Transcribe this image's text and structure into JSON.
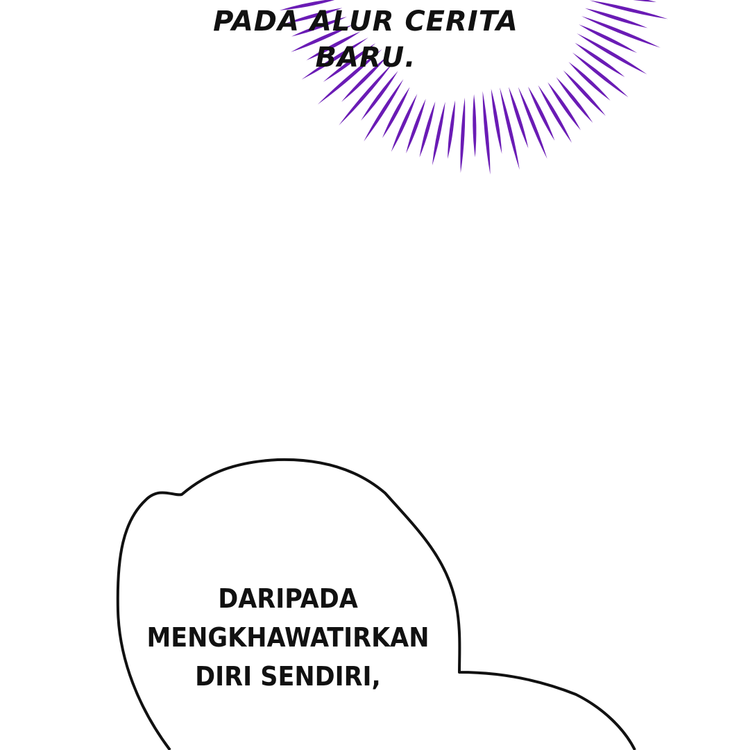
{
  "panel": {
    "type": "webtoon-panel",
    "background_color": "#ffffff",
    "burst_color": "#6a1bb5"
  },
  "narration": {
    "line1": "PADA ALUR CERITA",
    "line2": "BARU."
  },
  "speech_bubble": {
    "line1": "DARIPADA",
    "line2": "MENGKHAWATIRKAN",
    "line3": "DIRI SENDIRI,"
  }
}
